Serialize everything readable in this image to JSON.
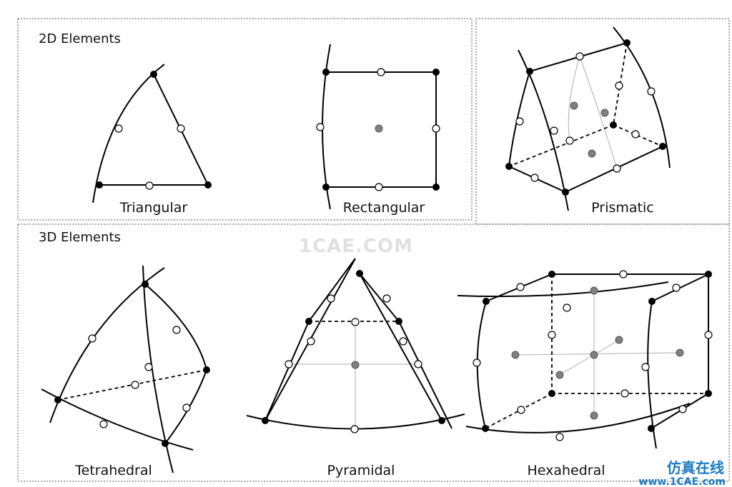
{
  "sections": {
    "elements_2d": "2D Elements",
    "elements_3d": "3D Elements"
  },
  "labels": {
    "triangular": "Triangular",
    "rectangular": "Rectangular",
    "prismatic": "Prismatic",
    "tetrahedral": "Tetrahedral",
    "pyramidal": "Pyramidal",
    "hexahedral": "Hexahedral"
  },
  "watermark": "1CAE.COM",
  "logo": {
    "chinese": "仿真在线",
    "url": "www.1CAE.com"
  },
  "colors": {
    "line": "#000000",
    "corner_node": "#000000",
    "midside_node": "#ffffff",
    "interior_node": "#808080",
    "hidden_line": "#bfbfbf",
    "logo_blue": "#1a7bc4"
  }
}
